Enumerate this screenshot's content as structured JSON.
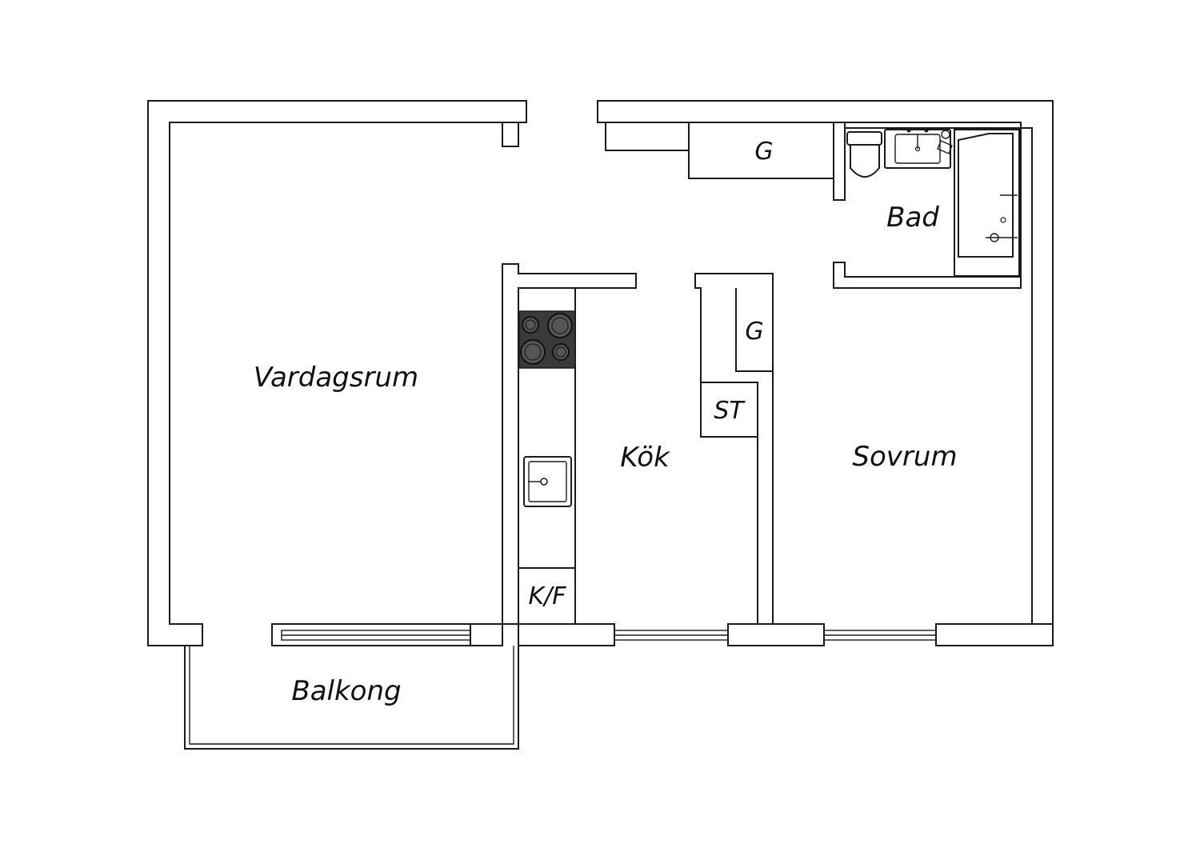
{
  "floorplan": {
    "rooms": {
      "living_room": "Vardagsrum",
      "kitchen": "Kök",
      "bedroom": "Sovrum",
      "bathroom": "Bad",
      "balcony": "Balkong"
    },
    "fixtures": {
      "wardrobe_hall": "G",
      "wardrobe_bedroom": "G",
      "storage": "ST",
      "fridge_freezer": "K/F"
    }
  },
  "colors": {
    "wall_stroke": "#1a1a1a",
    "stove_fill": "#3a3a3a",
    "background": "#ffffff"
  },
  "icons": [
    "stove-icon",
    "kitchen-sink-icon",
    "toilet-icon",
    "bathroom-sink-icon",
    "bathtub-icon",
    "window-icon"
  ]
}
